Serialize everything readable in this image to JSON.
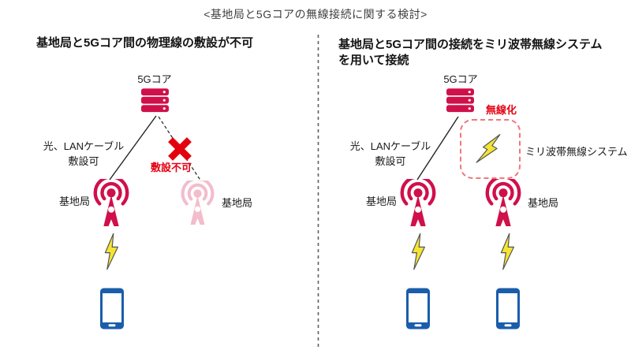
{
  "title": "<基地局と5Gコアの無線接続に関する検討>",
  "colors": {
    "crimson_icon": "#d0104a",
    "bright_red": "#e60012",
    "faded_pink_station": "#f2c6d2",
    "bolt_yellow": "#f5e533",
    "phone_blue": "#1a5dab",
    "dashed_box_red": "#f0777d",
    "divider_gray": "#5f5f5f",
    "line_black": "#222222"
  },
  "icons": {
    "core_server": "server-stack-icon",
    "base_station": "antenna-tower-icon",
    "wireless_link": "lightning-bolt-icon",
    "handset": "smartphone-icon",
    "blocked": "x-mark-icon"
  },
  "left_panel": {
    "heading": "基地局と5Gコア間の物理線の敷設が不可",
    "core_label": "5Gコア",
    "cable_label": "光、LANケーブル\n敷設可",
    "blocked_label": "敷設不可",
    "station_left_label": "基地局",
    "station_right_label": "基地局"
  },
  "right_panel": {
    "heading": "基地局と5Gコア間の接続をミリ波帯無線システム\nを用いて接続",
    "core_label": "5Gコア",
    "wireless_label": "無線化",
    "cable_label": "光、LANケーブル\n敷設可",
    "mmwave_label": "ミリ波帯無線システム",
    "station_left_label": "基地局",
    "station_right_label": "基地局"
  }
}
